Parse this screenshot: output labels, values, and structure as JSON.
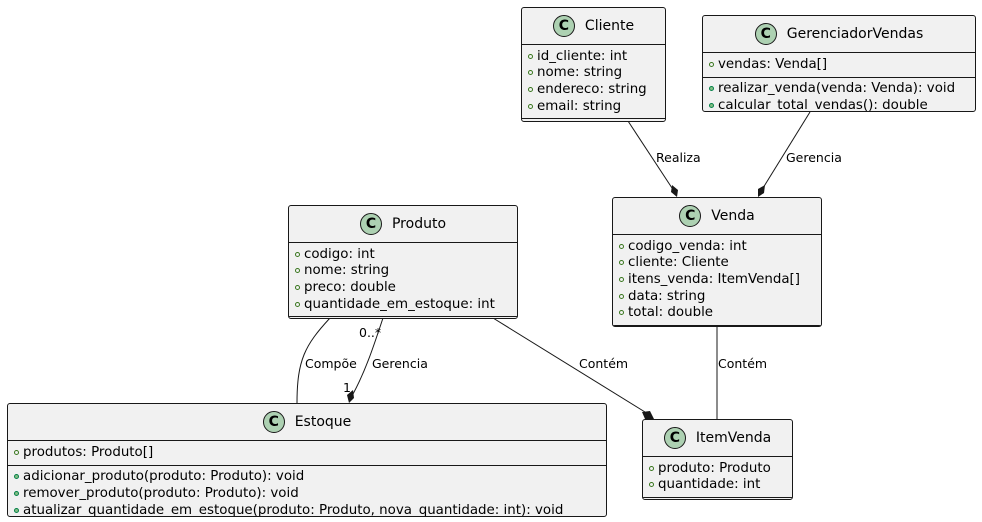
{
  "classes": {
    "cliente": {
      "icon": "C",
      "name": "Cliente",
      "attributes": [
        "id_cliente: int",
        "nome: string",
        "endereco: string",
        "email: string"
      ],
      "methods": []
    },
    "gerenciador": {
      "icon": "C",
      "name": "GerenciadorVendas",
      "attributes": [
        "vendas: Venda[]"
      ],
      "methods": [
        "realizar_venda(venda: Venda): void",
        "calcular_total_vendas(): double"
      ]
    },
    "produto": {
      "icon": "C",
      "name": "Produto",
      "attributes": [
        "codigo: int",
        "nome: string",
        "preco: double",
        "quantidade_em_estoque: int"
      ],
      "methods": []
    },
    "venda": {
      "icon": "C",
      "name": "Venda",
      "attributes": [
        "codigo_venda: int",
        "cliente: Cliente",
        "itens_venda: ItemVenda[]",
        "data: string",
        "total: double"
      ],
      "methods": []
    },
    "estoque": {
      "icon": "C",
      "name": "Estoque",
      "attributes": [
        "produtos: Produto[]"
      ],
      "methods": [
        "adicionar_produto(produto: Produto): void",
        "remover_produto(produto: Produto): void",
        "atualizar_quantidade_em_estoque(produto: Produto, nova_quantidade: int): void"
      ]
    },
    "itemvenda": {
      "icon": "C",
      "name": "ItemVenda",
      "attributes": [
        "produto: Produto",
        "quantidade: int"
      ],
      "methods": []
    }
  },
  "edges": {
    "cliente_venda": {
      "label": "Realiza",
      "type": "composition"
    },
    "gerenciador_venda": {
      "label": "Gerencia",
      "type": "composition"
    },
    "produto_estoque_compoe": {
      "label": "Compõe",
      "type": "association"
    },
    "produto_estoque_gerencia": {
      "label": "Gerencia",
      "type": "composition",
      "source_multiplicity": "0..*",
      "target_multiplicity": "1"
    },
    "produto_itemvenda": {
      "label": "Contém",
      "type": "composition"
    },
    "venda_itemvenda": {
      "label": "Contém",
      "type": "association"
    }
  },
  "colors": {
    "class_fill": "#f1f1f1",
    "class_border": "#181818",
    "class_icon": "#add1b2",
    "attribute_marker": "#38761d",
    "method_marker": "#84be84",
    "line": "#181818"
  }
}
